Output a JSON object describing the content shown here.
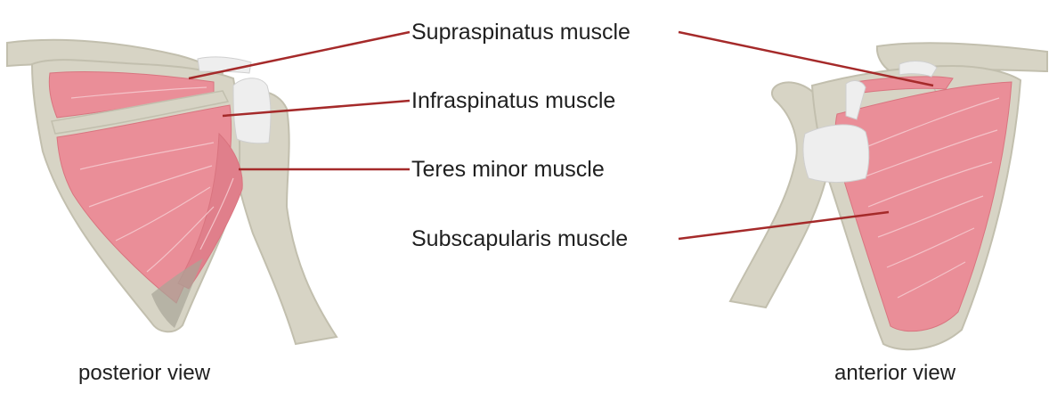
{
  "labels": {
    "supraspinatus": "Supraspinatus muscle",
    "infraspinatus": "Infraspinatus muscle",
    "teres_minor": "Teres minor muscle",
    "subscapularis": "Subscapularis muscle"
  },
  "captions": {
    "posterior": "posterior view",
    "anterior": "anterior view"
  },
  "colors": {
    "bone": "#d7d4c5",
    "bone_edge": "#c2bfae",
    "muscle": "#ea8e98",
    "muscle_dark": "#d9747f",
    "tendon": "#eeeeee",
    "leader_line": "#a52a2a",
    "text": "#1f1f1f",
    "background": "#ffffff"
  }
}
